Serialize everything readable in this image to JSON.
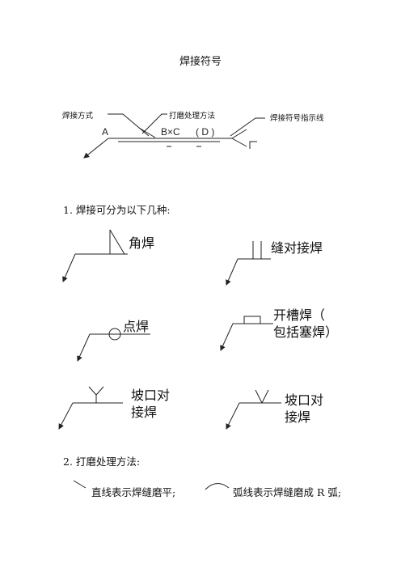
{
  "title": "焊接符号",
  "diagram": {
    "label_method": "焊接方式",
    "label_grinding": "打磨处理方法",
    "label_pointer": "焊接符号指示线",
    "symbol_a": "A",
    "symbol_bxc": "B×C",
    "symbol_d": "( D )"
  },
  "section1": {
    "heading": "1.  焊接可分为以下几种:",
    "types": {
      "fillet": "角焊",
      "butt": "缝对接焊",
      "spot": "点焊",
      "slot_line1": "开槽焊（",
      "slot_line2": "包括塞焊）",
      "bevel_y_line1": "坡口对",
      "bevel_y_line2": "接焊",
      "bevel_v_line1": "坡口对",
      "bevel_v_line2": "接焊"
    }
  },
  "section2": {
    "heading": "2.  打磨处理方法:",
    "straight_desc": "直线表示焊缝磨平;",
    "arc_desc": "弧线表示焊缝磨成 R 弧;"
  }
}
